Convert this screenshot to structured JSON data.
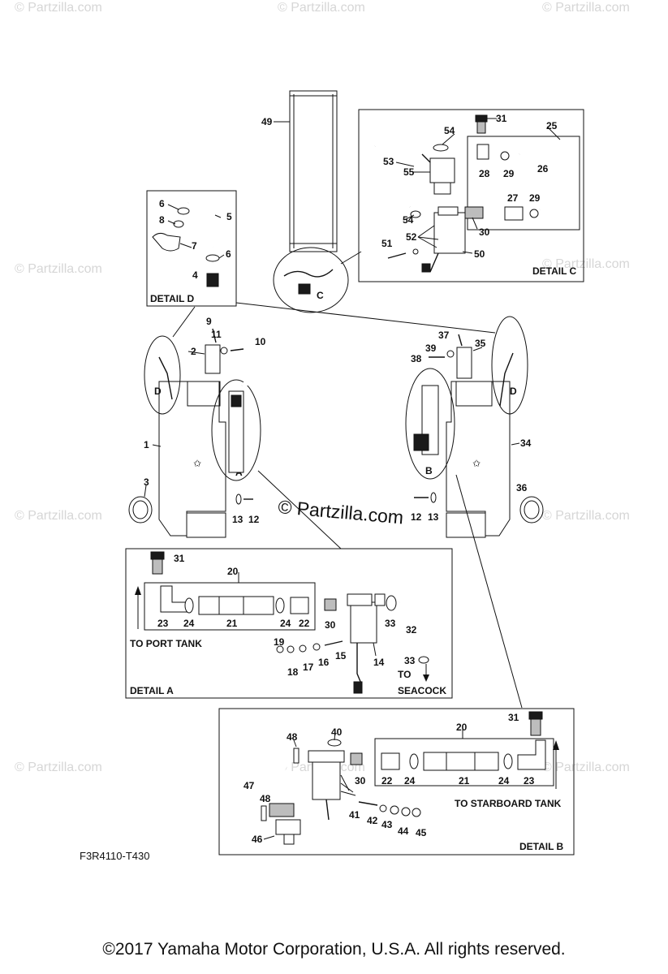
{
  "watermark": "© Partzilla.com",
  "center_watermark": "© Partzilla.com",
  "figure_code": "F3R4110-T430",
  "copyright": "©2017  Yamaha Motor Corporation, U.S.A. All rights reserved.",
  "details": {
    "a": "DETAIL A",
    "b": "DETAIL B",
    "c": "DETAIL C",
    "d": "DETAIL D"
  },
  "callouts": {
    "a": "A",
    "b": "B",
    "c": "C",
    "d_left": "D",
    "d_right": "D"
  },
  "directions": {
    "port_tank": "TO PORT TANK",
    "starboard_tank": "TO STARBOARD TANK",
    "to": "TO",
    "seacock": "SEACOCK"
  },
  "part_numbers": {
    "n1": "1",
    "n2": "2",
    "n3": "3",
    "n4": "4",
    "n5": "5",
    "n6a": "6",
    "n6b": "6",
    "n7": "7",
    "n8": "8",
    "n9": "9",
    "n10": "10",
    "n11": "11",
    "n12a": "12",
    "n12b": "12",
    "n13a": "13",
    "n13b": "13",
    "n14": "14",
    "n15": "15",
    "n16": "16",
    "n17": "17",
    "n18": "18",
    "n19": "19",
    "n20a": "20",
    "n20b": "20",
    "n21a": "21",
    "n21b": "21",
    "n22a": "22",
    "n22b": "22",
    "n23a": "23",
    "n23b": "23",
    "n24a": "24",
    "n24b": "24",
    "n24c": "24",
    "n24d": "24",
    "n25": "25",
    "n26": "26",
    "n27": "27",
    "n28": "28",
    "n29a": "29",
    "n29b": "29",
    "n30a": "30",
    "n30b": "30",
    "n30c": "30",
    "n31a": "31",
    "n31b": "31",
    "n31c": "31",
    "n32": "32",
    "n33a": "33",
    "n33b": "33",
    "n34": "34",
    "n35": "35",
    "n36": "36",
    "n37": "37",
    "n38": "38",
    "n39": "39",
    "n40": "40",
    "n41": "41",
    "n42": "42",
    "n43": "43",
    "n44": "44",
    "n45": "45",
    "n46": "46",
    "n47": "47",
    "n48a": "48",
    "n48b": "48",
    "n49": "49",
    "n50": "50",
    "n51": "51",
    "n52": "52",
    "n53": "53",
    "n54a": "54",
    "n54b": "54",
    "n55": "55"
  }
}
